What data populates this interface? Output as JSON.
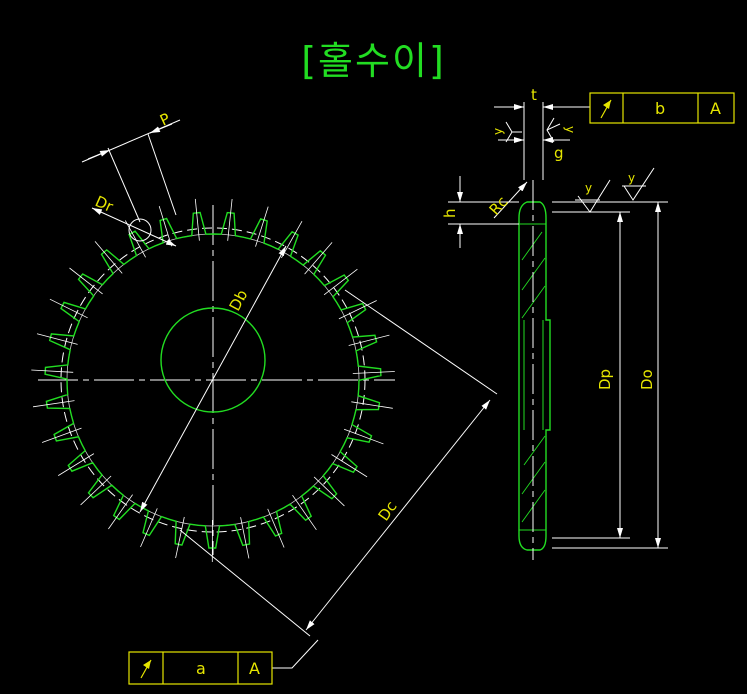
{
  "title": "[홀수이]",
  "labels": {
    "p": "P",
    "dr": "Dr",
    "db": "Db",
    "dc": "Dc",
    "t": "t",
    "g": "g",
    "h": "h",
    "rc": "Rc",
    "dp": "Dp",
    "do": "Do",
    "y1": "y",
    "y2": "y",
    "y3": "y",
    "y4": "y"
  },
  "frame_bottom": {
    "value": "a",
    "datum": "A"
  },
  "frame_top": {
    "value": "b",
    "datum": "A"
  },
  "sprocket": {
    "teeth": 31
  },
  "colors": {
    "outline": "#22dd22",
    "dimension": "#ffffff",
    "text": "#e6e600",
    "background": "#000000"
  }
}
